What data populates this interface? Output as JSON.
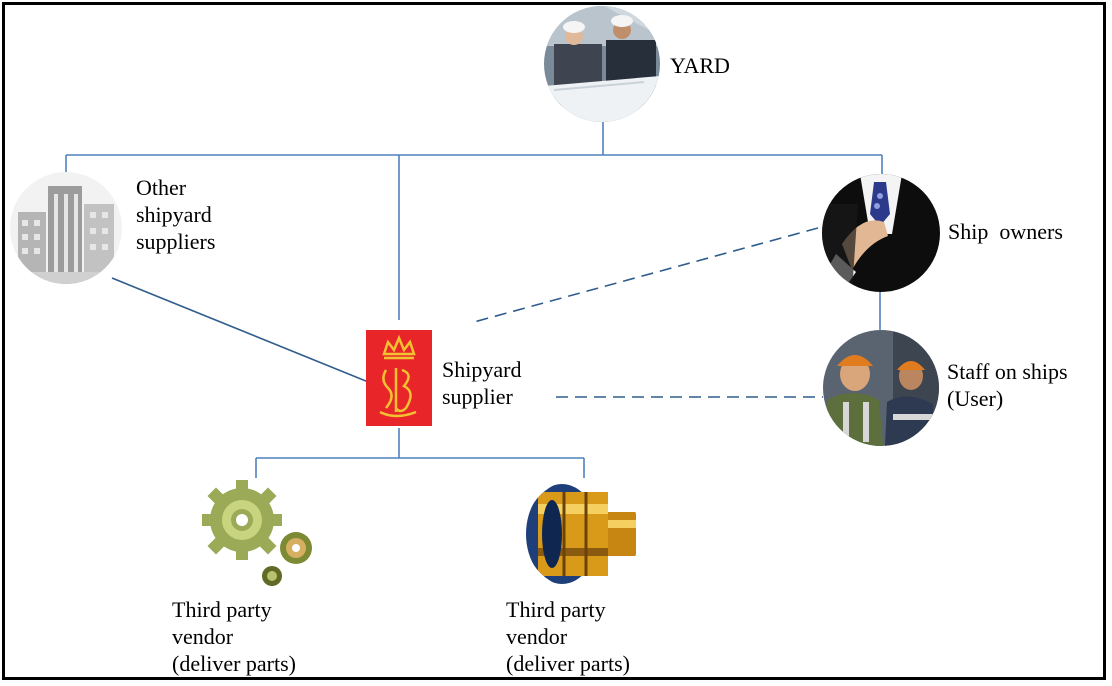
{
  "diagram": {
    "nodes": {
      "yard": {
        "label": "YARD",
        "icon": "workers-with-blueprint-icon"
      },
      "other_suppliers": {
        "lines": [
          "Other",
          "shipyard",
          "suppliers"
        ],
        "icon": "office-buildings-icon"
      },
      "ship_owners": {
        "label": "Ship  owners",
        "icon": "businessman-tie-icon"
      },
      "shipyard_supplier": {
        "lines": [
          "Shipyard",
          "supplier"
        ],
        "icon": "crown-logo-icon"
      },
      "staff_on_ships": {
        "lines": [
          "Staff on ships",
          "(User)"
        ],
        "icon": "workers-hardhat-icon"
      },
      "vendor_1": {
        "lines": [
          "Third party",
          "vendor",
          "(deliver parts)"
        ],
        "icon": "gears-icon"
      },
      "vendor_2": {
        "lines": [
          "Third party",
          "vendor",
          "(deliver parts)"
        ],
        "icon": "pipe-fitting-icon"
      }
    },
    "colors": {
      "connector": "#4f81bd",
      "supplier_logo_bg": "#e8262a",
      "supplier_logo_fg": "#f2c230"
    }
  }
}
